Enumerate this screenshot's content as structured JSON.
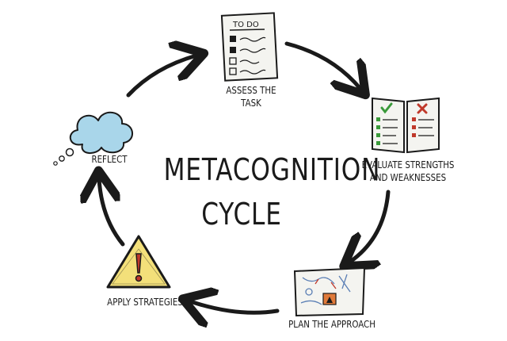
{
  "title": {
    "line1": "METACOGNITION",
    "line2": "CYCLE"
  },
  "steps": [
    {
      "label_line1": "ASSESS THE",
      "label_line2": "TASK",
      "icon": "todo-list-icon",
      "icon_text": "TO DO"
    },
    {
      "label_line1": "EVALUATE STRENGTHS",
      "label_line2": "AND WEAKNESSES",
      "icon": "open-checklist-book-icon"
    },
    {
      "label_line1": "PLAN THE APPROACH",
      "label_line2": "",
      "icon": "plan-board-icon"
    },
    {
      "label_line1": "APPLY STRATEGIES",
      "label_line2": "",
      "icon": "warning-triangle-icon"
    },
    {
      "label_line1": "REFLECT",
      "label_line2": "",
      "icon": "thought-cloud-icon"
    }
  ],
  "colors": {
    "ink": "#1a1a1a",
    "cloud": "#a9d6ea",
    "warning": "#f3e07a",
    "check_green": "#3a9a3a",
    "cross_red": "#c0392b",
    "paper": "#f4f4f0"
  }
}
